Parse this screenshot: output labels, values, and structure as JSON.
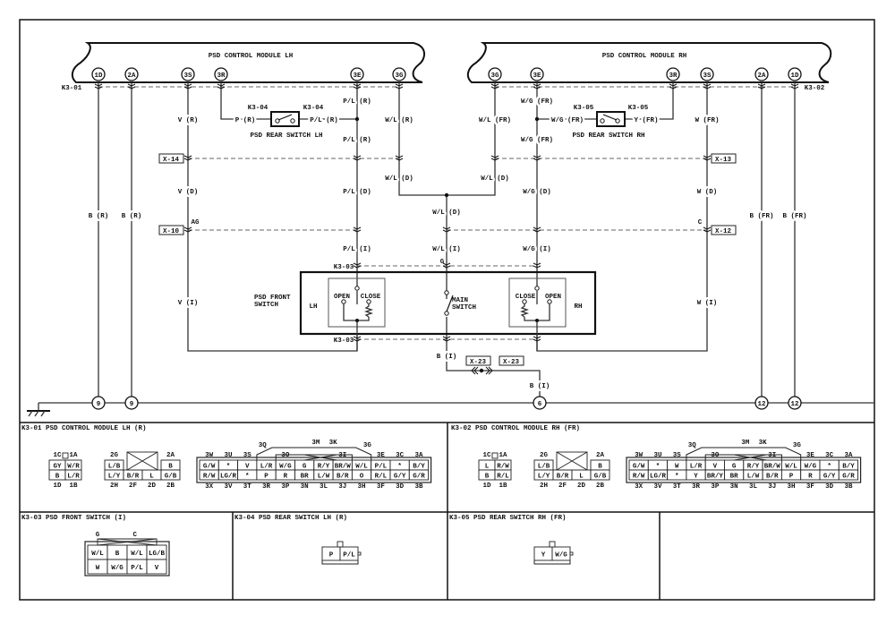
{
  "modules": {
    "lh": {
      "title": "PSD CONTROL MODULE LH",
      "connector": "K3-01",
      "pins": [
        "1D",
        "2A",
        "3S",
        "3R",
        "3E",
        "3G"
      ]
    },
    "rh": {
      "title": "PSD CONTROL MODULE RH",
      "connector": "K3-02",
      "pins": [
        "3G",
        "3E",
        "3R",
        "3S",
        "2A",
        "1D"
      ]
    }
  },
  "rear_switches": {
    "lh": {
      "title": "PSD REAR SWITCH LH",
      "connector": "K3-04"
    },
    "rh": {
      "title": "PSD REAR SWITCH RH",
      "connector": "K3-05"
    }
  },
  "front_switch": {
    "title_line1": "PSD FRONT",
    "title_line2": "SWITCH",
    "connector": "K3-03",
    "lh": "LH",
    "rh": "RH",
    "open": "OPEN",
    "close": "CLOSE",
    "main_line1": "MAIN",
    "main_line2": "SWITCH",
    "pin_g": "G"
  },
  "joints": {
    "x14": "X-14",
    "x10": "X-10",
    "x13": "X-13",
    "x12": "X-12",
    "x23": "X-23",
    "ag": "AG",
    "c": "C"
  },
  "grounds": {
    "lh1": "9",
    "lh2": "9",
    "center": "6",
    "rh1": "12",
    "rh2": "12"
  },
  "wire_labels": [
    "B (R)",
    "B (R)",
    "V (R)",
    "V (D)",
    "V (I)",
    "P (R)",
    "P/L (R)",
    "P/L (R)",
    "P/L (R)",
    "P/L (D)",
    "P/L (I)",
    "W/L (R)",
    "W/L (D)",
    "W/L (D)",
    "W/L (I)",
    "B (I)",
    "B (I)",
    "W/L (FR)",
    "W/L (D)",
    "W/G (FR)",
    "W/G (FR)",
    "Y (FR)",
    "W/G (FR)",
    "W/G (D)",
    "W/G (I)",
    "W (FR)",
    "W (D)",
    "W (I)",
    "B (FR)",
    "B (FR)"
  ],
  "connector_views": [
    {
      "title": "K3-01 PSD CONTROL MODULE LH (R)",
      "g1": {
        "top_labels": [
          "1C",
          "1A"
        ],
        "top": [
          "GY",
          "W/R"
        ],
        "bottom": [
          "B",
          "L/R"
        ],
        "bottom_labels": [
          "1D",
          "1B"
        ]
      },
      "g2": {
        "top_labels": [
          "2G",
          "",
          "",
          "2A"
        ],
        "top": [
          "L/B",
          "",
          "",
          "B"
        ],
        "bottom": [
          "L/Y",
          "B/R",
          "L",
          "G/B"
        ],
        "bottom_labels": [
          "2H",
          "2F",
          "2D",
          "2B"
        ]
      },
      "g3": {
        "top_labels": [
          "3W",
          "3U",
          "3S",
          "",
          "3O",
          "",
          "",
          "3I",
          "",
          "3E",
          "3C",
          "3A"
        ],
        "hump_labels": [
          "3Q",
          "3M",
          "3K",
          "3G"
        ],
        "top": [
          "G/W",
          "*",
          "V",
          "L/R",
          "W/G",
          "G",
          "R/Y",
          "BR/W",
          "W/L",
          "P/L",
          "*",
          "B/Y"
        ],
        "bottom": [
          "R/W",
          "LG/R",
          "*",
          "P",
          "R",
          "BR",
          "L/W",
          "B/R",
          "O",
          "R/L",
          "G/Y",
          "G/R"
        ],
        "bottom_labels": [
          "3X",
          "3V",
          "3T",
          "3R",
          "3P",
          "3N",
          "3L",
          "3J",
          "3H",
          "3F",
          "3D",
          "3B"
        ]
      }
    },
    {
      "title": "K3-02 PSD CONTROL MODULE RH (FR)",
      "g1": {
        "top_labels": [
          "1C",
          "1A"
        ],
        "top": [
          "L",
          "R/W"
        ],
        "bottom": [
          "B",
          "R/L"
        ],
        "bottom_labels": [
          "1D",
          "1B"
        ]
      },
      "g2": {
        "top_labels": [
          "2G",
          "",
          "",
          "2A"
        ],
        "top": [
          "L/B",
          "",
          "",
          "B"
        ],
        "bottom": [
          "L/Y",
          "B/R",
          "L",
          "G/B"
        ],
        "bottom_labels": [
          "2H",
          "2F",
          "2D",
          "2B"
        ]
      },
      "g3": {
        "top_labels": [
          "3W",
          "3U",
          "3S",
          "",
          "3O",
          "",
          "",
          "3I",
          "",
          "3E",
          "3C",
          "3A"
        ],
        "hump_labels": [
          "3Q",
          "3M",
          "3K",
          "3G"
        ],
        "top": [
          "G/W",
          "*",
          "W",
          "L/R",
          "V",
          "G",
          "R/Y",
          "BR/W",
          "W/L",
          "W/G",
          "*",
          "B/Y"
        ],
        "bottom": [
          "R/W",
          "LG/R",
          "*",
          "Y",
          "BR/Y",
          "BR",
          "L/W",
          "B/R",
          "P",
          "R",
          "G/Y",
          "G/R"
        ],
        "bottom_labels": [
          "3X",
          "3V",
          "3T",
          "3R",
          "3P",
          "3N",
          "3L",
          "3J",
          "3H",
          "3F",
          "3D",
          "3B"
        ]
      }
    },
    {
      "title": "K3-03 PSD FRONT SWITCH (I)",
      "hump_labels": [
        "G",
        "C"
      ],
      "top": [
        "W/L",
        "B",
        "W/L",
        "LG/B"
      ],
      "bottom": [
        "W",
        "W/G",
        "P/L",
        "V"
      ]
    },
    {
      "title": "K3-04 PSD REAR SWITCH LH (R)",
      "top": [
        "P",
        "P/L"
      ]
    },
    {
      "title": "K3-05 PSD REAR SWITCH RH (FR)",
      "top": [
        "Y",
        "W/G"
      ]
    }
  ]
}
